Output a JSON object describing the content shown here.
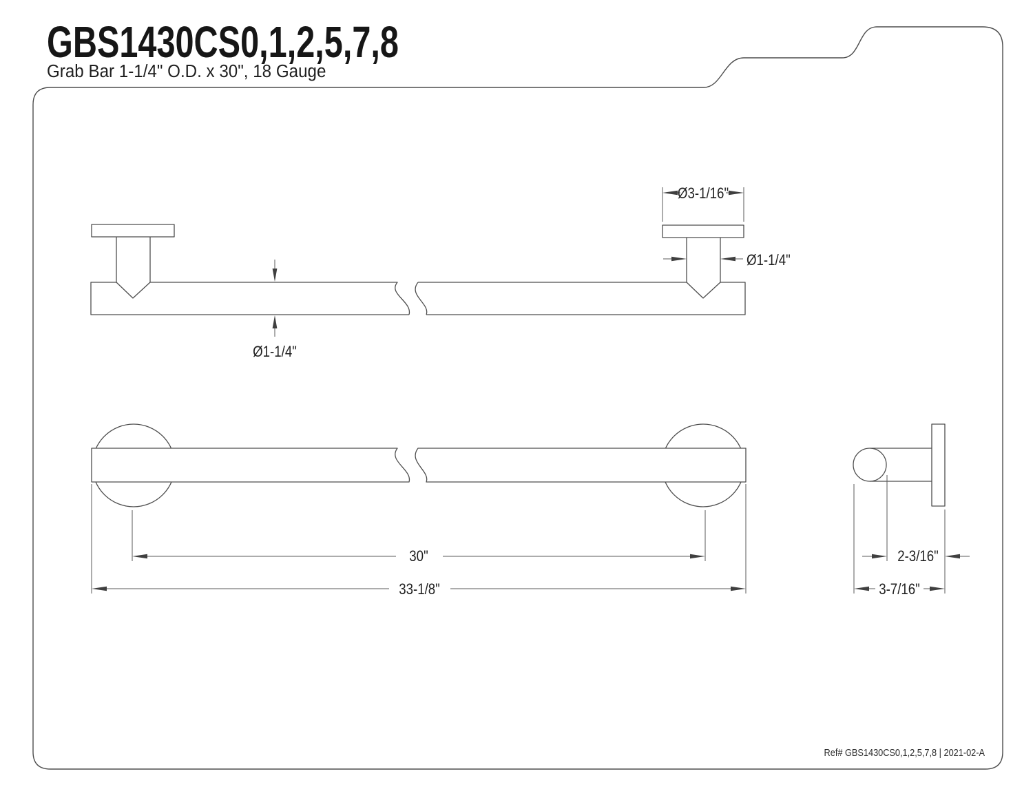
{
  "title": "GBS1430CS0,1,2,5,7,8",
  "subtitle": "Grab Bar 1-1/4\" O.D. x 30\", 18 Gauge",
  "footer": {
    "ref": "Ref# GBS1430CS0,1,2,5,7,8 | 2021-02-A"
  },
  "dimensions": {
    "flange_diameter": "Ø3-1/16\"",
    "post_diameter": "Ø1-1/4\"",
    "bar_diameter": "Ø1-1/4\"",
    "grip_length": "30\"",
    "overall_length": "33-1/8\"",
    "wall_clearance": "2-3/16\"",
    "overall_projection": "3-7/16\""
  },
  "colors": {
    "background": "#ffffff",
    "line": "#4d4d4d",
    "text": "#1f1f1f"
  }
}
